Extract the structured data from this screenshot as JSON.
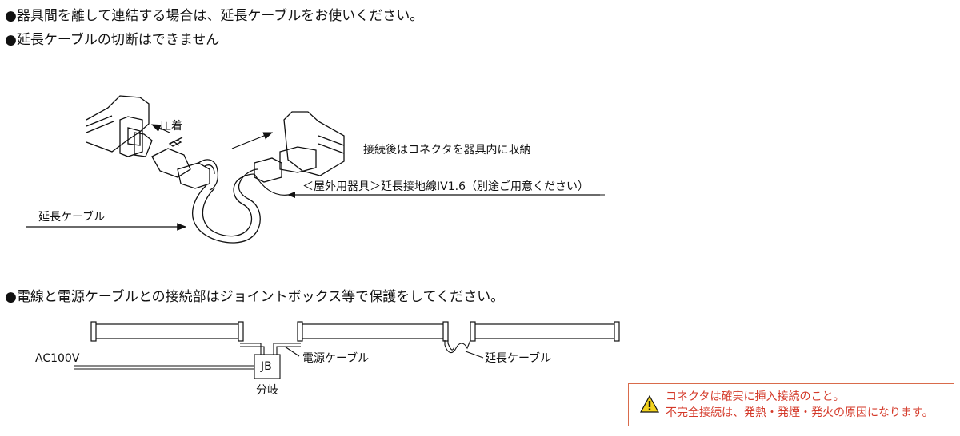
{
  "notes": [
    "●器具間を離して連結する場合は、延長ケーブルをお使いください。",
    "●延長ケーブルの切断はできません",
    "●電線と電源ケーブルとの接続部はジョイントボックス等で保護をしてください。"
  ],
  "diagram1": {
    "crimp": "圧着",
    "store": "接続後はコネクタを器具内に収納",
    "ground": "＜屋外用器具＞延長接地線IV1.6（別途ご用意ください）",
    "ext": "延長ケーブル"
  },
  "diagram2": {
    "ac": "AC100V",
    "jb": "JB",
    "branch": "分岐",
    "power": "電源ケーブル",
    "ext": "延長ケーブル"
  },
  "warning": {
    "line1": "コネクタは確実に挿入接続のこと。",
    "line2": "不完全接続は、発熱・発煙・発火の原因になります。",
    "color": "#d43a2a"
  }
}
